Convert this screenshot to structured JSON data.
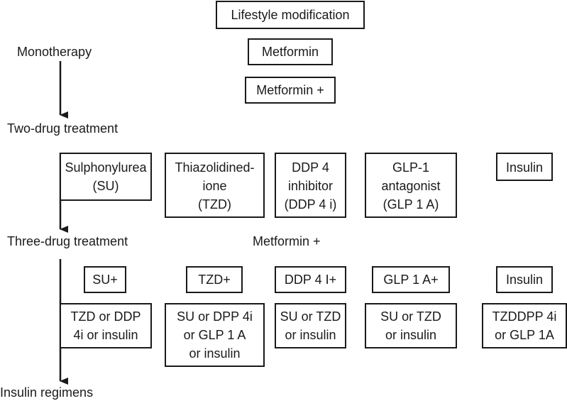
{
  "colors": {
    "ink": "#1a1a1a",
    "background": "#ffffff"
  },
  "labels": {
    "monotherapy": "Monotherapy",
    "two_drug": "Two-drug treatment",
    "three_drug": "Three-drug treatment",
    "insulin_regimens": "Insulin regimens",
    "metformin_plus_mid": "Metformin +"
  },
  "top_boxes": {
    "lifestyle": "Lifestyle modification",
    "metformin": "Metformin",
    "metformin_plus": "Metformin +"
  },
  "two_drug_boxes": [
    {
      "lines": [
        "Sulphonylurea",
        "(SU)"
      ]
    },
    {
      "lines": [
        "Thiazolidined-",
        "ione",
        "(TZD)"
      ]
    },
    {
      "lines": [
        "DDP 4",
        "inhibitor",
        "(DDP 4 i)"
      ]
    },
    {
      "lines": [
        "GLP-1",
        "antagonist",
        "(GLP 1 A)"
      ]
    },
    {
      "lines": [
        "Insulin"
      ]
    }
  ],
  "three_drug_headers": [
    "SU+",
    "TZD+",
    "DDP 4 I+",
    "GLP 1 A+",
    "Insulin"
  ],
  "three_drug_options": [
    {
      "lines": [
        "TZD or DDP",
        "4i or insulin"
      ]
    },
    {
      "lines": [
        "SU or DPP 4i",
        "or GLP 1 A",
        "or insulin"
      ]
    },
    {
      "lines": [
        "SU or TZD",
        "or insulin"
      ]
    },
    {
      "lines": [
        "SU or TZD",
        "or insulin"
      ]
    },
    {
      "lines": [
        "TZDDPP 4i",
        "or GLP 1A"
      ]
    }
  ]
}
